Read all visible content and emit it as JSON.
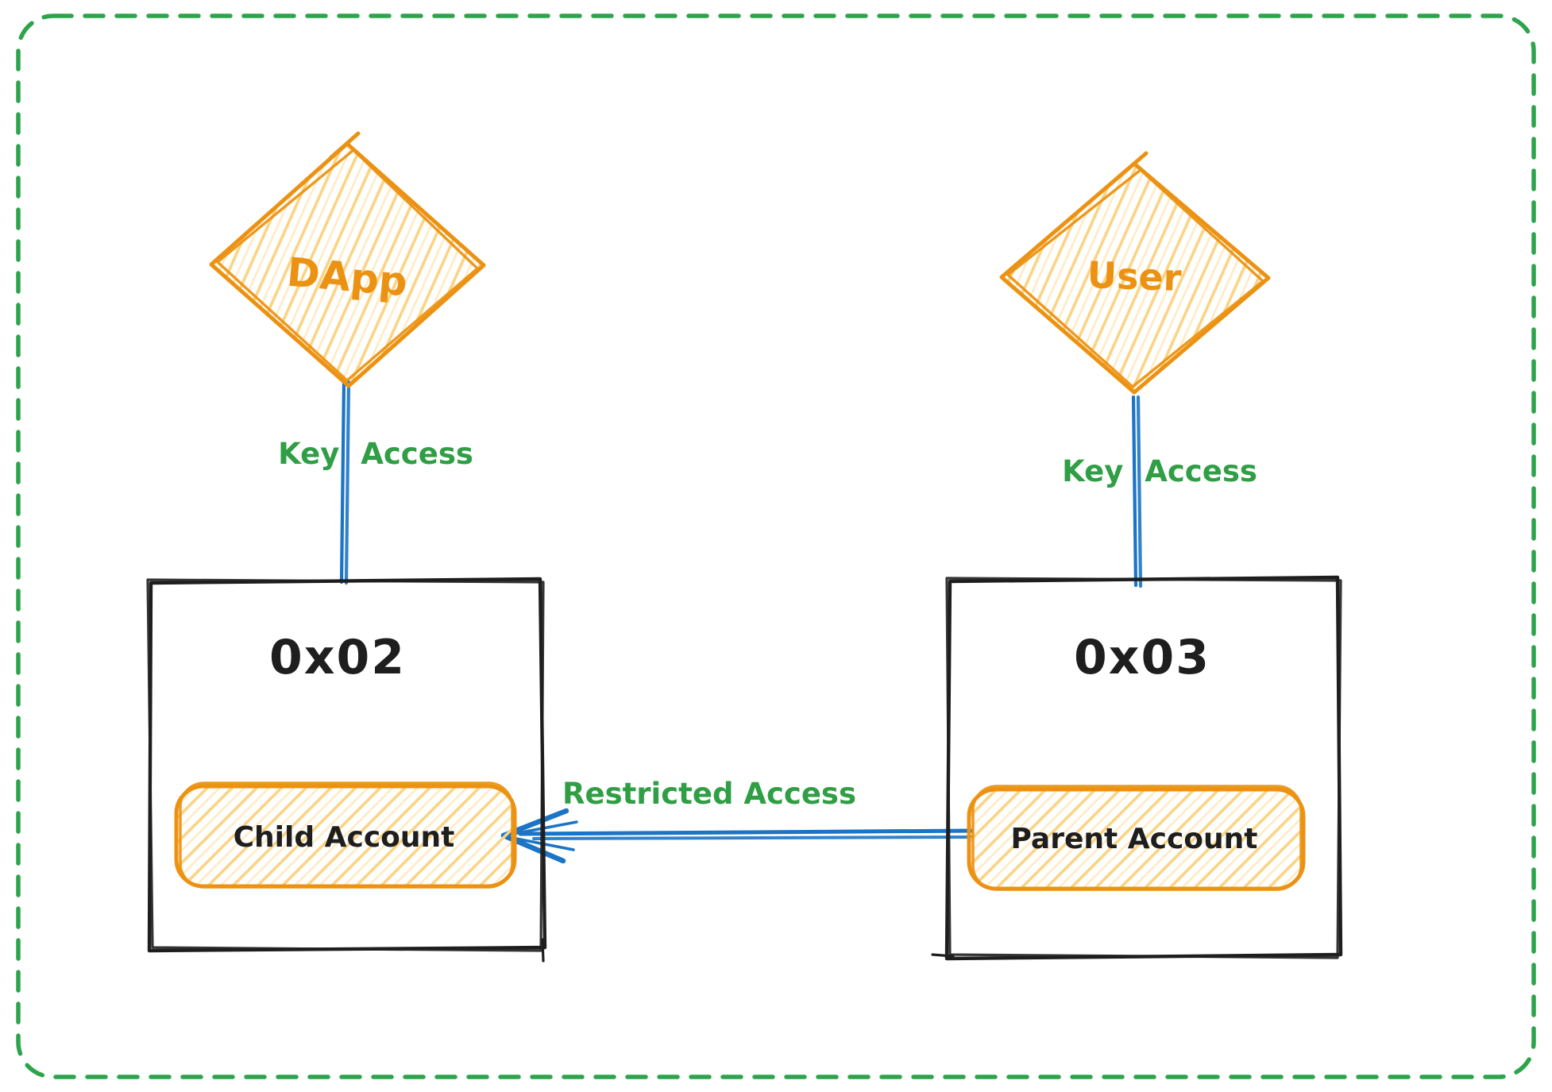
{
  "diagram": {
    "colors": {
      "background": "#ffffff",
      "canvas_border_green": "#2da44b",
      "edge_label_green": "#2f9e44",
      "shape_orange": "#ec9213",
      "hatch_yellow": "#fbd382",
      "hatch_yellow_light": "#ffeabf",
      "connector_blue": "#1b74c5",
      "ink_black": "#1e1e1e"
    },
    "nodes": {
      "dapp": {
        "label": "DApp",
        "shape": "diamond"
      },
      "user": {
        "label": "User",
        "shape": "diamond"
      },
      "account_left": {
        "label": "0x02",
        "shape": "rectangle"
      },
      "account_right": {
        "label": "0x03",
        "shape": "rectangle"
      },
      "child_account": {
        "label": "Child Account",
        "shape": "rounded-rectangle"
      },
      "parent_account": {
        "label": "Parent Account",
        "shape": "rounded-rectangle"
      }
    },
    "edges": {
      "dapp_to_account_left": {
        "label": "Key Access"
      },
      "user_to_account_right": {
        "label": "Key Access"
      },
      "parent_to_child": {
        "label": "Restricted Access"
      }
    }
  }
}
